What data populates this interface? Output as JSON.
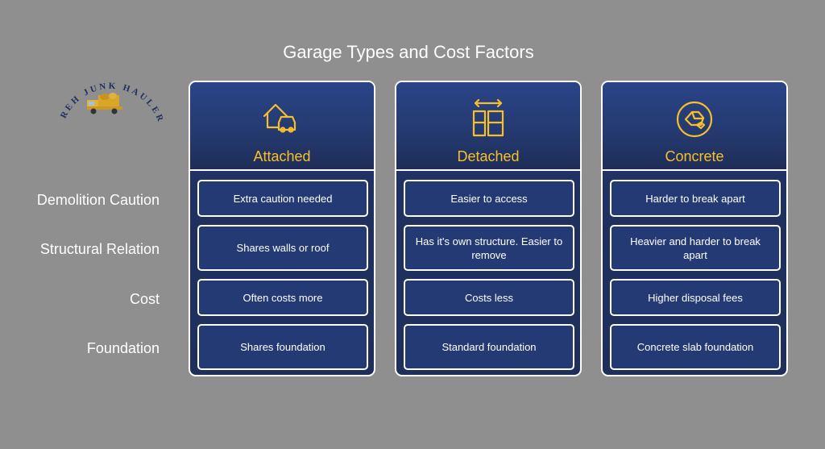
{
  "title": "Garage Types and Cost Factors",
  "logo": {
    "text": "JIREH JUNK HAULERS"
  },
  "row_labels": [
    "Demolition Caution",
    "Structural Relation",
    "Cost",
    "Foundation"
  ],
  "colors": {
    "background": "#8f8f8f",
    "card": "#1f3160",
    "accent": "#f7c02a",
    "border": "#ffffff"
  },
  "columns": [
    {
      "title": "Attached",
      "icon": "house-car-icon",
      "cells": [
        "Extra caution needed",
        "Shares walls or roof",
        "Often costs more",
        "Shares foundation"
      ]
    },
    {
      "title": "Detached",
      "icon": "detached-structure-icon",
      "cells": [
        "Easier to access",
        "Has it's own structure. Easier to remove",
        "Costs less",
        "Standard foundation"
      ]
    },
    {
      "title": "Concrete",
      "icon": "concrete-block-icon",
      "cells": [
        "Harder to break apart",
        "Heavier and harder to break apart",
        "Higher disposal fees",
        "Concrete slab foundation"
      ]
    }
  ]
}
